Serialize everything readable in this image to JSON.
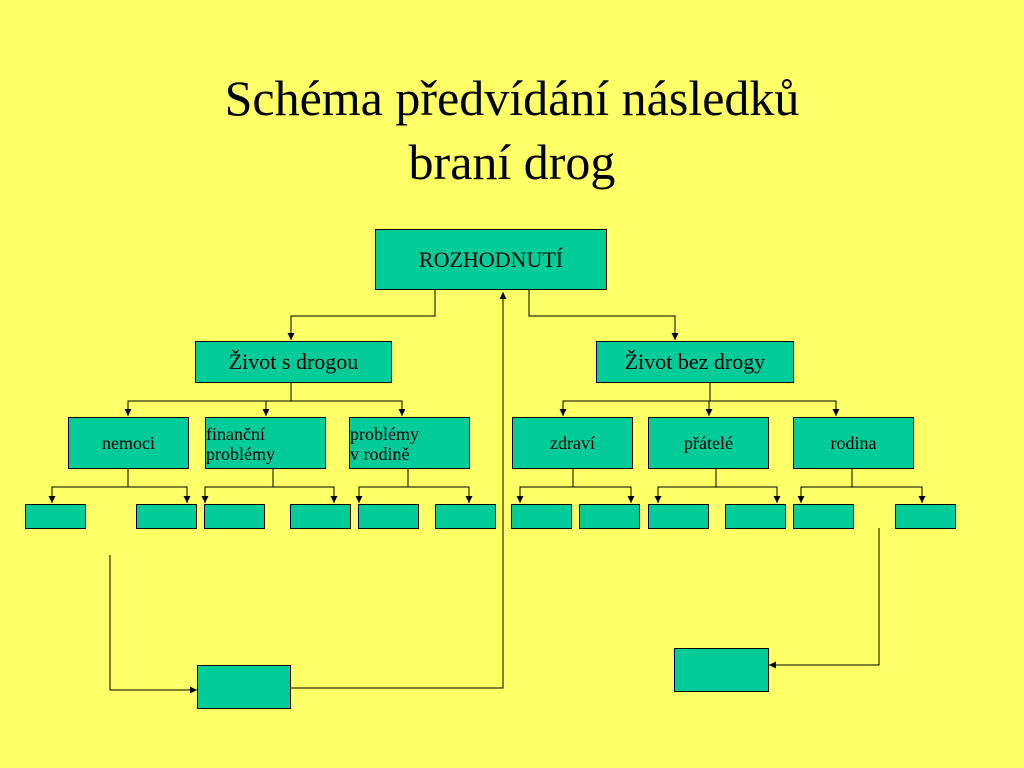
{
  "title": {
    "line1": "Schéma předvídání následků",
    "line2": "braní drog"
  },
  "root": {
    "label": "ROZHODNUTÍ"
  },
  "branches": {
    "with_drug": {
      "label": "Život s drogou"
    },
    "without_drug": {
      "label": "Život bez drogy"
    }
  },
  "consequences": {
    "nemoci": "nemoci",
    "financni_line1": "finanční",
    "financni_line2": "problémy",
    "rodina_problemy_line1": "problémy",
    "rodina_problemy_line2": "v rodině",
    "zdravi": "zdraví",
    "pratele": "přátelé",
    "rodina": "rodina"
  },
  "colors": {
    "background": "#ffff66",
    "box_fill": "#00cc99",
    "line": "#000000"
  }
}
